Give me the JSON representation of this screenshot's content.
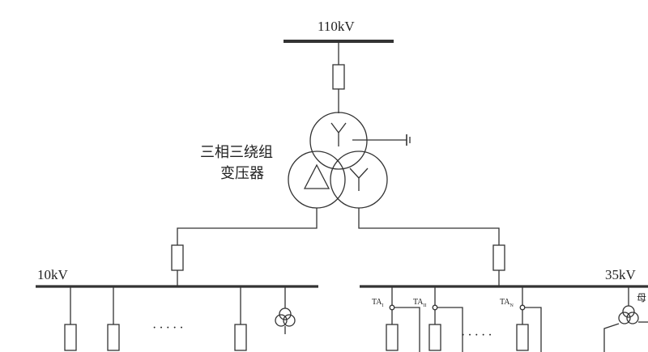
{
  "buses": {
    "hv_label": "110kV",
    "lv_label": "10kV",
    "mv_label": "35kV"
  },
  "transformer": {
    "label_line1": "三相三绕组",
    "label_line2": "变压器"
  },
  "current_transformers": [
    {
      "base": "TA",
      "sub": "I"
    },
    {
      "base": "TA",
      "sub": "II"
    },
    {
      "base": "TA",
      "sub": "N"
    }
  ],
  "ellipsis_left": "·····",
  "ellipsis_right": "·····",
  "cut_label": "母"
}
